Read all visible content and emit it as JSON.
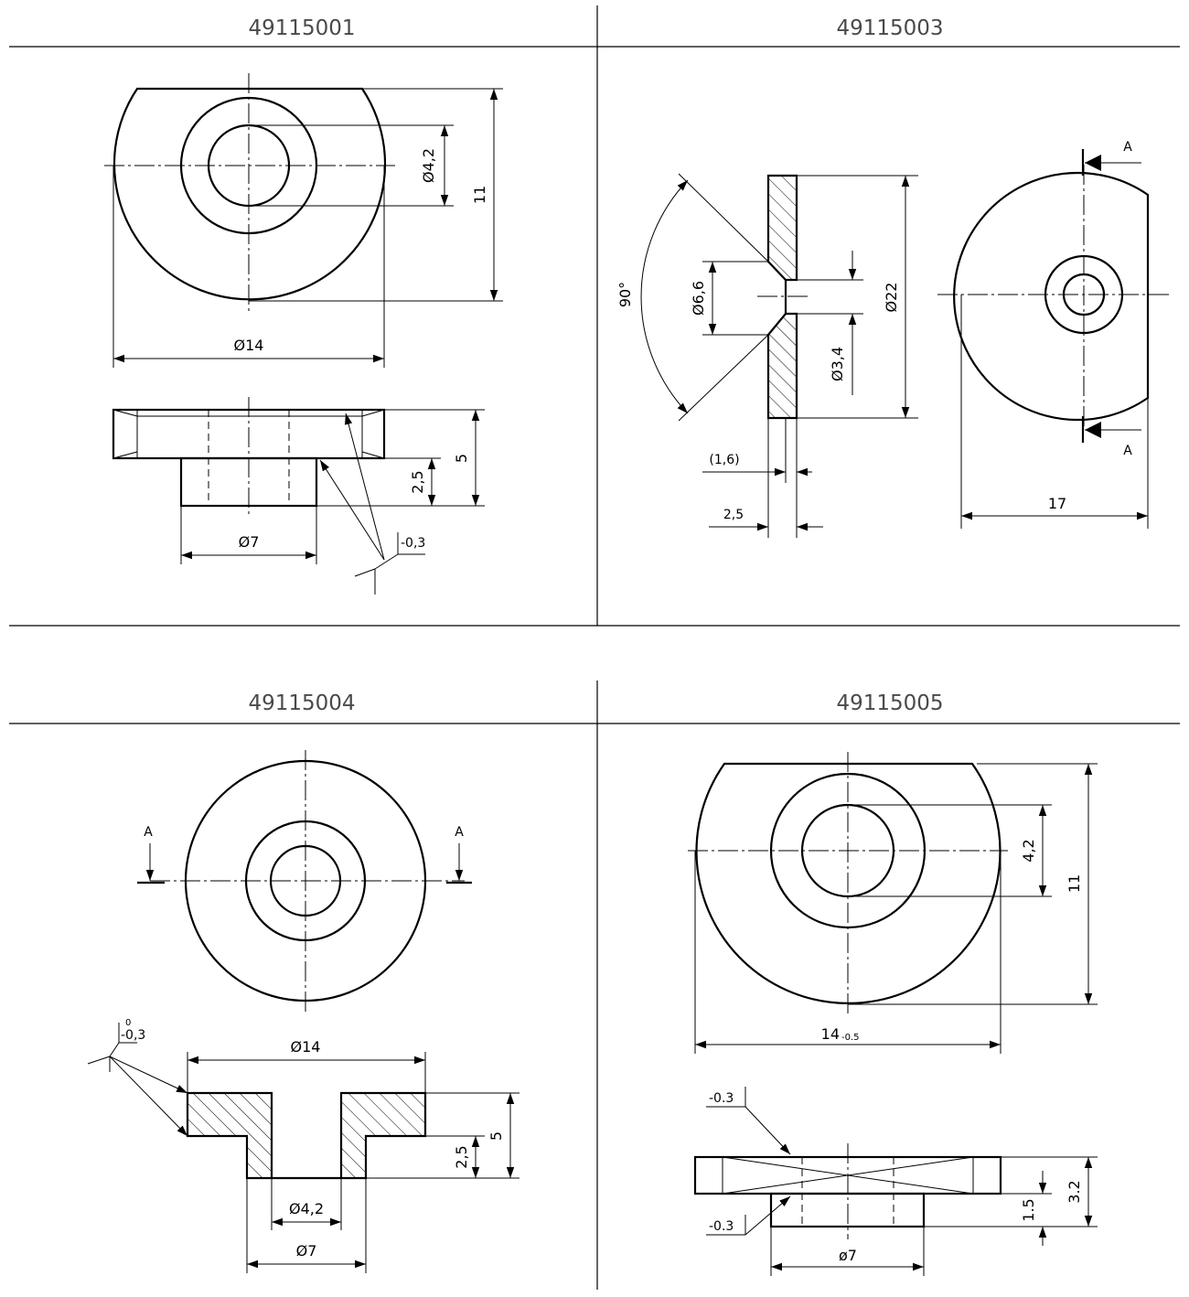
{
  "panels": [
    {
      "title": "49115001",
      "labels": {
        "d_bore": "Ø4,2",
        "height": "11",
        "d_outer": "Ø14",
        "d_boss": "Ø7",
        "boss_h": "2,5",
        "total_h": "5",
        "tol": "-0,3"
      }
    },
    {
      "title": "49115003",
      "labels": {
        "angle": "90°",
        "d_cs": "Ø6,6",
        "d_hole": "Ø3,4",
        "d_outer": "Ø22",
        "ref": "(1,6)",
        "thick": "2,5",
        "width": "17",
        "sec_top": "A",
        "sec_bot": "A"
      }
    },
    {
      "title": "49115004",
      "labels": {
        "sec_left": "A",
        "sec_right": "A",
        "tol_top": "0",
        "tol": "-0,3",
        "d_outer": "Ø14",
        "d_bore": "Ø4,2",
        "d_boss": "Ø7",
        "boss_h": "2,5",
        "total_h": "5"
      }
    },
    {
      "title": "49115005",
      "labels": {
        "bore": "4,2",
        "height": "11",
        "width": "14",
        "width_tol": "-0.5",
        "tol_top": "-0.3",
        "tol_bot": "-0.3",
        "d_boss": "ø7",
        "boss_h": "1.5",
        "total_h": "3.2"
      }
    }
  ]
}
